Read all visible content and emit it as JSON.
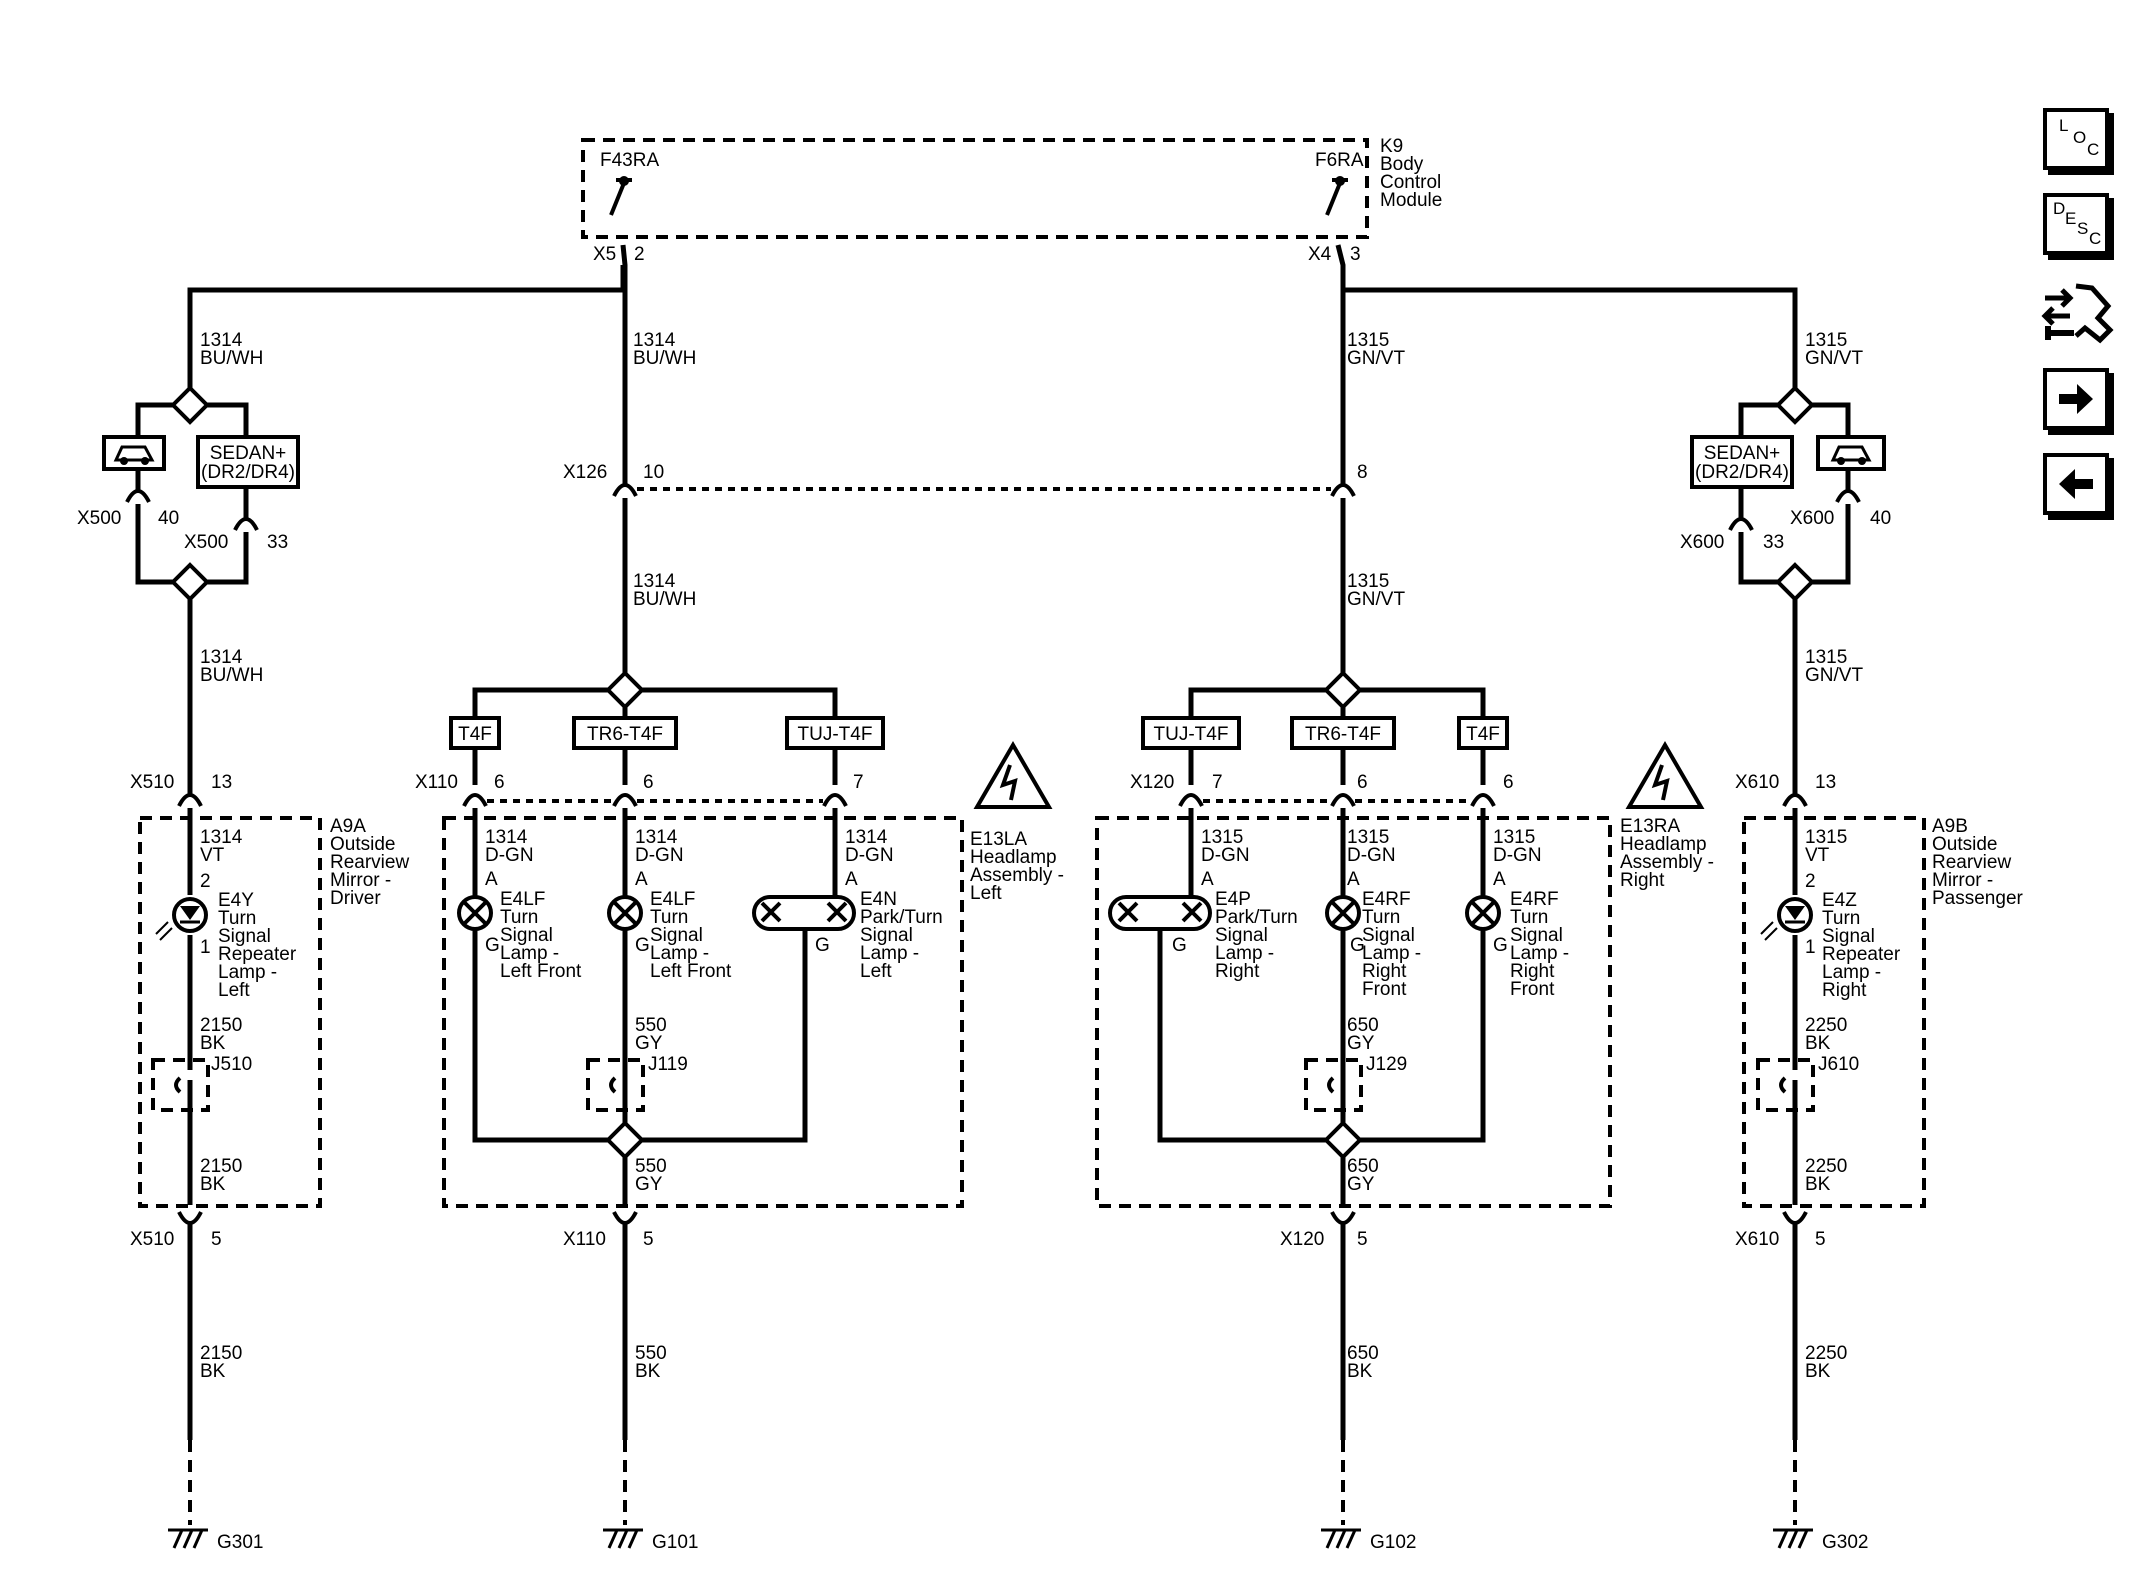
{
  "module": {
    "name": "K9",
    "desc": [
      "Body",
      "Control",
      "Module"
    ],
    "fuse_left": "F43RA",
    "fuse_right": "F6RA",
    "conn_left": "X5",
    "pin_left": "2",
    "conn_right": "X4",
    "pin_right": "3"
  },
  "wires": {
    "w1314bu_l": [
      "1314",
      "BU/WH"
    ],
    "w1314bu_c1": [
      "1314",
      "BU/WH"
    ],
    "w1314bu_c2": [
      "1314",
      "BU/WH"
    ],
    "w1314bu_l2": [
      "1314",
      "BU/WH"
    ],
    "w1315_r": [
      "1315",
      "GN/VT"
    ],
    "w1315_c1": [
      "1315",
      "GN/VT"
    ],
    "w1315_c2": [
      "1315",
      "GN/VT"
    ],
    "w1315_r2": [
      "1315",
      "GN/VT"
    ],
    "w1314vt": [
      "1314",
      "VT"
    ],
    "w1315vt": [
      "1315",
      "VT"
    ],
    "w1314dgn_a": [
      "1314",
      "D-GN"
    ],
    "w1314dgn_b": [
      "1314",
      "D-GN"
    ],
    "w1314dgn_c": [
      "1314",
      "D-GN"
    ],
    "w1315dgn_a": [
      "1315",
      "D-GN"
    ],
    "w1315dgn_b": [
      "1315",
      "D-GN"
    ],
    "w1315dgn_c": [
      "1315",
      "D-GN"
    ],
    "w2150a": [
      "2150",
      "BK"
    ],
    "w2150b": [
      "2150",
      "BK"
    ],
    "w2150c": [
      "2150",
      "BK"
    ],
    "w550a": [
      "550",
      "GY"
    ],
    "w550b": [
      "550",
      "GY"
    ],
    "w550c": [
      "550",
      "BK"
    ],
    "w650a": [
      "650",
      "GY"
    ],
    "w650b": [
      "650",
      "GY"
    ],
    "w650c": [
      "650",
      "BK"
    ],
    "w2250a": [
      "2250",
      "BK"
    ],
    "w2250b": [
      "2250",
      "BK"
    ],
    "w2250c": [
      "2250",
      "BK"
    ]
  },
  "connectors": {
    "x500a": "X500",
    "x500a_pin": "40",
    "x500b": "X500",
    "x500b_pin": "33",
    "x600a": "X600",
    "x600a_pin": "40",
    "x600b": "X600",
    "x600b_pin": "33",
    "x126": "X126",
    "x126_pin_l": "10",
    "x126_pin_r": "8",
    "x510a": "X510",
    "x510a_pin": "13",
    "x510b": "X510",
    "x510b_pin": "5",
    "x110a": "X110",
    "x110a_pin1": "6",
    "x110a_pin2": "6",
    "x110a_pin3": "7",
    "x110b": "X110",
    "x110b_pin": "5",
    "x120a": "X120",
    "x120a_pin1": "7",
    "x120a_pin2": "6",
    "x120a_pin3": "6",
    "x120b": "X120",
    "x120b_pin": "5",
    "x610a": "X610",
    "x610a_pin": "13",
    "x610b": "X610",
    "x610b_pin": "5"
  },
  "options": {
    "sedan": [
      "SEDAN+",
      "(DR2/DR4)"
    ],
    "t4f": "T4F",
    "tr6": "TR6-T4F",
    "tuj": "TUJ-T4F"
  },
  "splices": {
    "j510": "J510",
    "j119": "J119",
    "j129": "J129",
    "j610": "J610"
  },
  "pins": {
    "a": "A",
    "g": "G",
    "p1": "1",
    "p2": "2"
  },
  "components": {
    "a9a": [
      "A9A",
      "Outside",
      "Rearview",
      "Mirror -",
      "Driver"
    ],
    "a9b": [
      "A9B",
      "Outside",
      "Rearview",
      "Mirror -",
      "Passenger"
    ],
    "e13la": [
      "E13LA",
      "Headlamp",
      "Assembly -",
      "Left"
    ],
    "e13ra": [
      "E13RA",
      "Headlamp",
      "Assembly -",
      "Right"
    ],
    "e4y": [
      "E4Y",
      "Turn",
      "Signal",
      "Repeater",
      "Lamp -",
      "Left"
    ],
    "e4z": [
      "E4Z",
      "Turn",
      "Signal",
      "Repeater",
      "Lamp -",
      "Right"
    ],
    "e4lf1": [
      "E4LF",
      "Turn",
      "Signal",
      "Lamp -",
      "Left Front"
    ],
    "e4lf2": [
      "E4LF",
      "Turn",
      "Signal",
      "Lamp -",
      "Left Front"
    ],
    "e4n": [
      "E4N",
      "Park/Turn",
      "Signal",
      "Lamp -",
      "Left"
    ],
    "e4p": [
      "E4P",
      "Park/Turn",
      "Signal",
      "Lamp -",
      "Right"
    ],
    "e4rf1": [
      "E4RF",
      "Turn",
      "Signal",
      "Lamp -",
      "Right",
      "Front"
    ],
    "e4rf2": [
      "E4RF",
      "Turn",
      "Signal",
      "Lamp -",
      "Right",
      "Front"
    ]
  },
  "grounds": {
    "g301": "G301",
    "g101": "G101",
    "g102": "G102",
    "g302": "G302"
  },
  "nav": {
    "loc": [
      "L",
      "O",
      "C"
    ],
    "desc": [
      "D",
      "E",
      "S",
      "C"
    ]
  }
}
